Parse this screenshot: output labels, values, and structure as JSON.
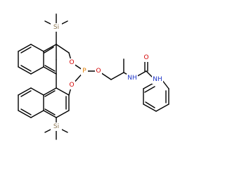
{
  "molecule": {
    "colors": {
      "bond": "#000000",
      "carbon_text": "#000000",
      "oxygen": "#d40000",
      "nitrogen": "#1f35c8",
      "phosphorus": "#e07b00",
      "silicon": "#8a7552"
    },
    "labels": {
      "si_top": "Si",
      "si_bottom": "Si",
      "p": "P",
      "o_ring_top": "O",
      "o_ring_bottom": "O",
      "o_ester": "O",
      "o_carbonyl": "O",
      "nh_left": "NH",
      "nh_right": "NH"
    }
  }
}
